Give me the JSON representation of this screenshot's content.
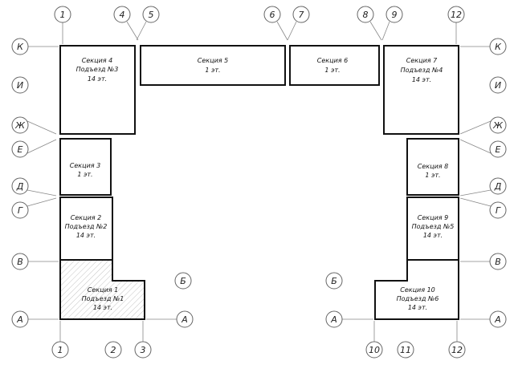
{
  "axes": {
    "top": [
      "1",
      "4",
      "5",
      "6",
      "7",
      "8",
      "9",
      "12"
    ],
    "bottom": [
      "1",
      "2",
      "3",
      "10",
      "11",
      "12"
    ],
    "left": [
      "К",
      "И",
      "Ж",
      "Е",
      "Д",
      "Г",
      "В",
      "А"
    ],
    "right": [
      "К",
      "И",
      "Ж",
      "Е",
      "Д",
      "Г",
      "В",
      "А"
    ],
    "inner": [
      "А",
      "А",
      "Б",
      "Б"
    ]
  },
  "sections": [
    {
      "name": "Секция 1",
      "entrance": "Подъезд №1",
      "floors": "14 эт.",
      "hatched": true
    },
    {
      "name": "Секция 2",
      "entrance": "Подъезд №2",
      "floors": "14 эт."
    },
    {
      "name": "Секция 3",
      "entrance": "",
      "floors": "1 эт."
    },
    {
      "name": "Секция 4",
      "entrance": "Подъезд №3",
      "floors": "14 эт."
    },
    {
      "name": "Секция 5",
      "entrance": "",
      "floors": "1 эт."
    },
    {
      "name": "Секция 6",
      "entrance": "",
      "floors": "1 эт."
    },
    {
      "name": "Секция 7",
      "entrance": "Подъезд №4",
      "floors": "14 эт."
    },
    {
      "name": "Секция 8",
      "entrance": "",
      "floors": "1 эт."
    },
    {
      "name": "Секция 9",
      "entrance": "Подъезд №5",
      "floors": "14 эт."
    },
    {
      "name": "Секция 10",
      "entrance": "Подъезд №6",
      "floors": "14 эт."
    }
  ],
  "colors": {
    "outline": "#111111",
    "bubble_stroke": "#666666",
    "hatch": "#aaaaaa"
  }
}
